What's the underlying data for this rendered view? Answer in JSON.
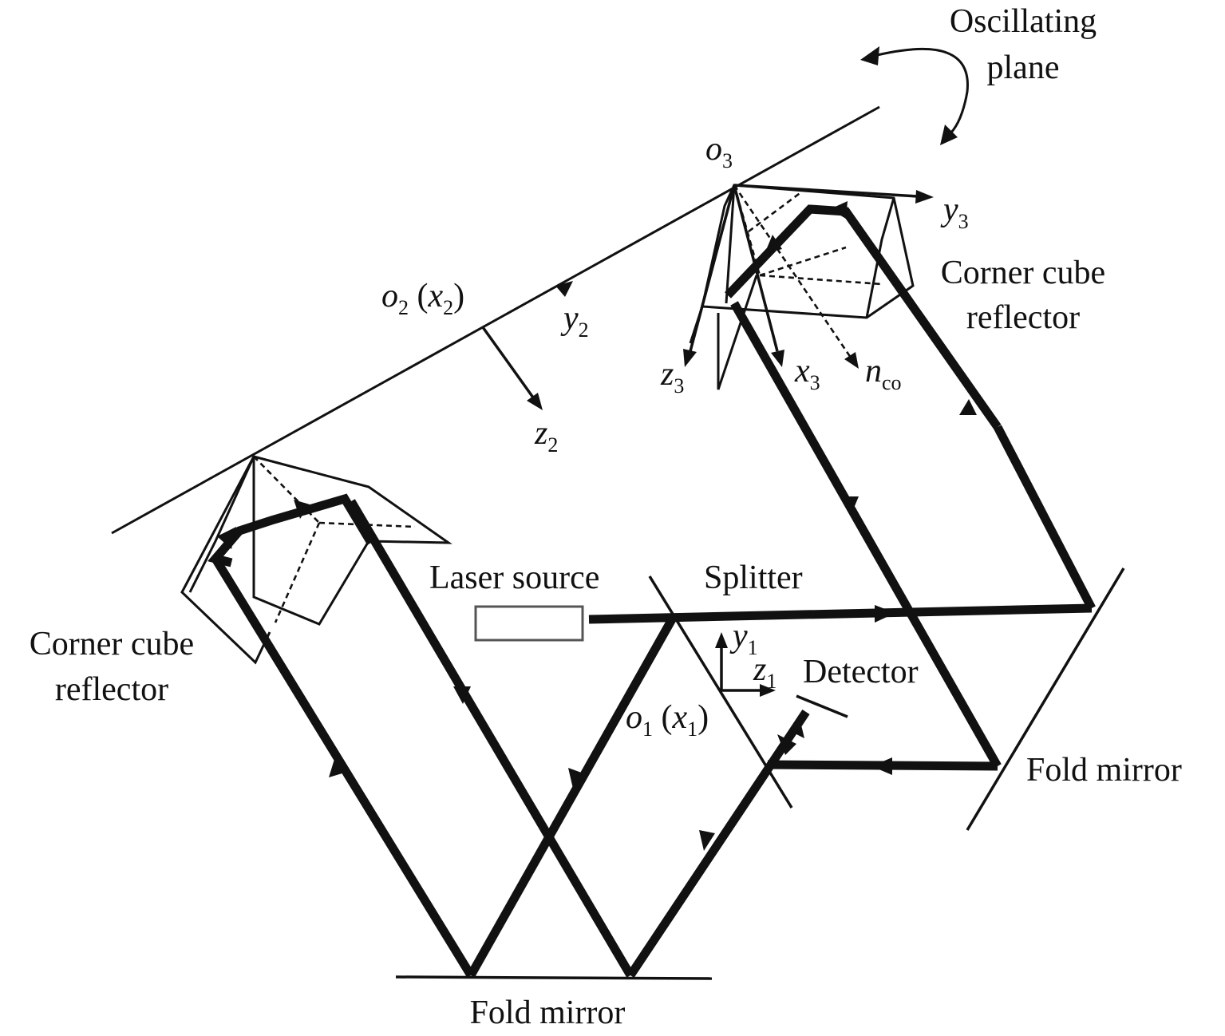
{
  "labels": {
    "oscillating_plane_line1": "Oscillating",
    "oscillating_plane_line2": "plane",
    "corner_cube_right_line1": "Corner cube",
    "corner_cube_right_line2": "reflector",
    "corner_cube_left_line1": "Corner cube",
    "corner_cube_left_line2": "reflector",
    "laser_source": "Laser source",
    "splitter": "Splitter",
    "detector": "Detector",
    "fold_mirror_right": "Fold mirror",
    "fold_mirror_bottom": "Fold mirror"
  },
  "axes": {
    "o3": {
      "sym": "o",
      "sub": "3"
    },
    "y3": {
      "sym": "y",
      "sub": "3"
    },
    "z3": {
      "sym": "z",
      "sub": "3"
    },
    "x3": {
      "sym": "x",
      "sub": "3"
    },
    "nco": {
      "sym": "n",
      "sub": "co"
    },
    "o2": {
      "sym": "o",
      "sub": "2",
      "paren_sym": "x",
      "paren_sub": "2"
    },
    "y2": {
      "sym": "y",
      "sub": "2"
    },
    "z2": {
      "sym": "z",
      "sub": "2"
    },
    "y1": {
      "sym": "y",
      "sub": "1"
    },
    "z1": {
      "sym": "z",
      "sub": "1"
    },
    "o1": {
      "sym": "o",
      "sub": "1",
      "paren_sym": "x",
      "paren_sub": "1"
    }
  }
}
